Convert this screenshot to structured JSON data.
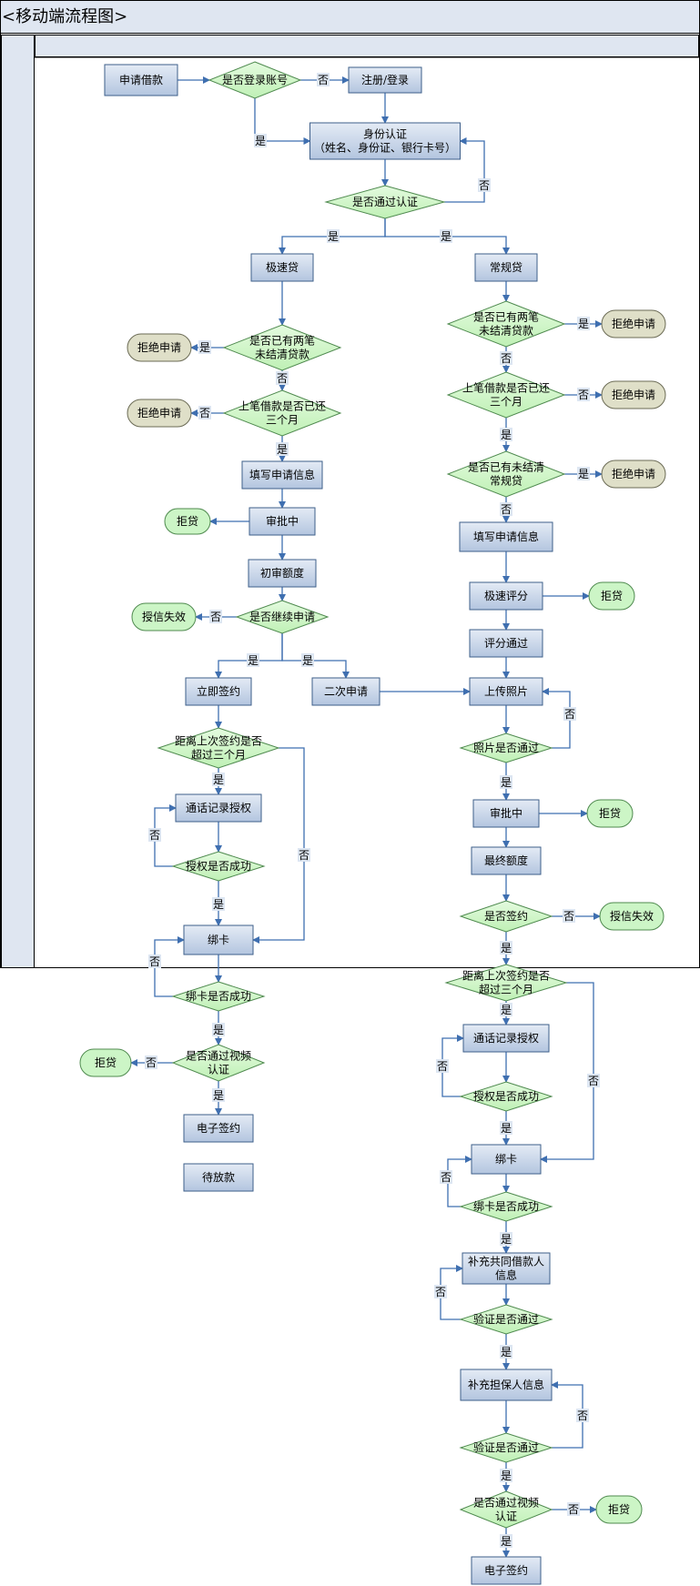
{
  "title": "<移动端流程图>",
  "yes": "是",
  "no": "否",
  "nodes": {
    "apply_loan": "申请借款",
    "login_check": "是否登录账号",
    "register": "注册/登录",
    "identity": [
      "身份认证",
      "（姓名、身份证、银行卡号）"
    ],
    "verify_pass": "是否通过认证",
    "express_loan": "极速贷",
    "regular_loan": "常规贷",
    "reject_apply": "拒绝申请",
    "two_unsettled": [
      "是否已有两笔",
      "未结清贷款"
    ],
    "last_over_3m": [
      "上笔借款是否已还",
      "三个月"
    ],
    "has_unsettled_regular": [
      "是否已有未结清",
      "常规贷"
    ],
    "fill_info": "填写申请信息",
    "reviewing": "审批中",
    "reject_loan": "拒贷",
    "initial_quota": "初审额度",
    "continue_apply": "是否继续申请",
    "credit_invalid": "授信失效",
    "sign_now": "立即签约",
    "second_apply": "二次申请",
    "express_score": "极速评分",
    "score_pass": "评分通过",
    "upload_photo": "上传照片",
    "photo_pass": "照片是否通过",
    "final_quota": "最终额度",
    "whether_sign": "是否签约",
    "last_sign_over_3m": [
      "距离上次签约是否",
      "超过三个月"
    ],
    "call_auth": "通话记录授权",
    "auth_success": "授权是否成功",
    "bind_card": "绑卡",
    "bind_success": "绑卡是否成功",
    "video_auth": [
      "是否通过视频",
      "认证"
    ],
    "e_sign": "电子签约",
    "await_loan": "待放款",
    "co_borrower": [
      "补充共同借款人",
      "信息"
    ],
    "verify_check": "验证是否通过",
    "guarantor": "补充担保人信息"
  }
}
